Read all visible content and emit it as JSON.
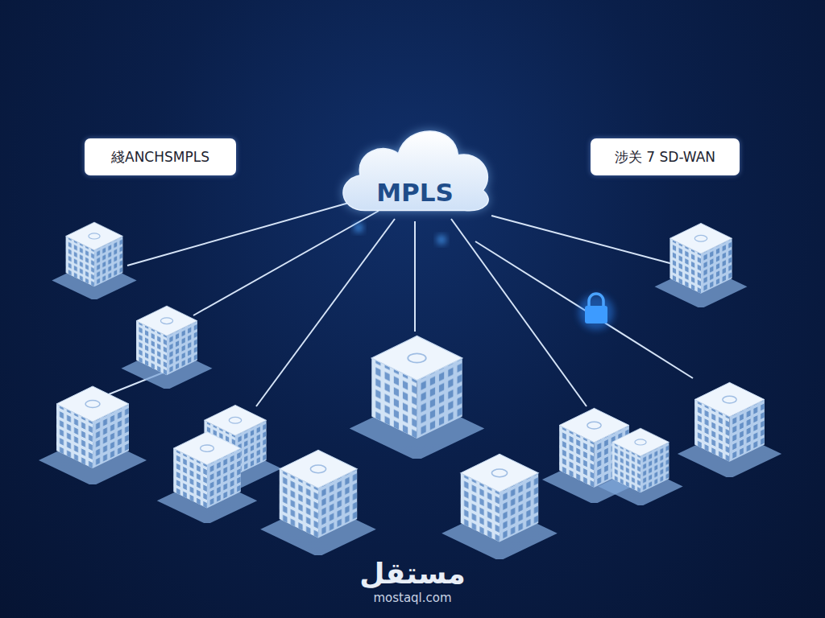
{
  "diagram": {
    "nodes": [
      {
        "text": [
          "綫ANCHSMPLS"
        ]
      },
      {
        "text": [
          "MPLS"
        ]
      },
      {
        "text": [
          "涉关 7 SD-WAN"
        ]
      }
    ],
    "labels": [
      "مستقل",
      "mostaql.com"
    ]
  }
}
